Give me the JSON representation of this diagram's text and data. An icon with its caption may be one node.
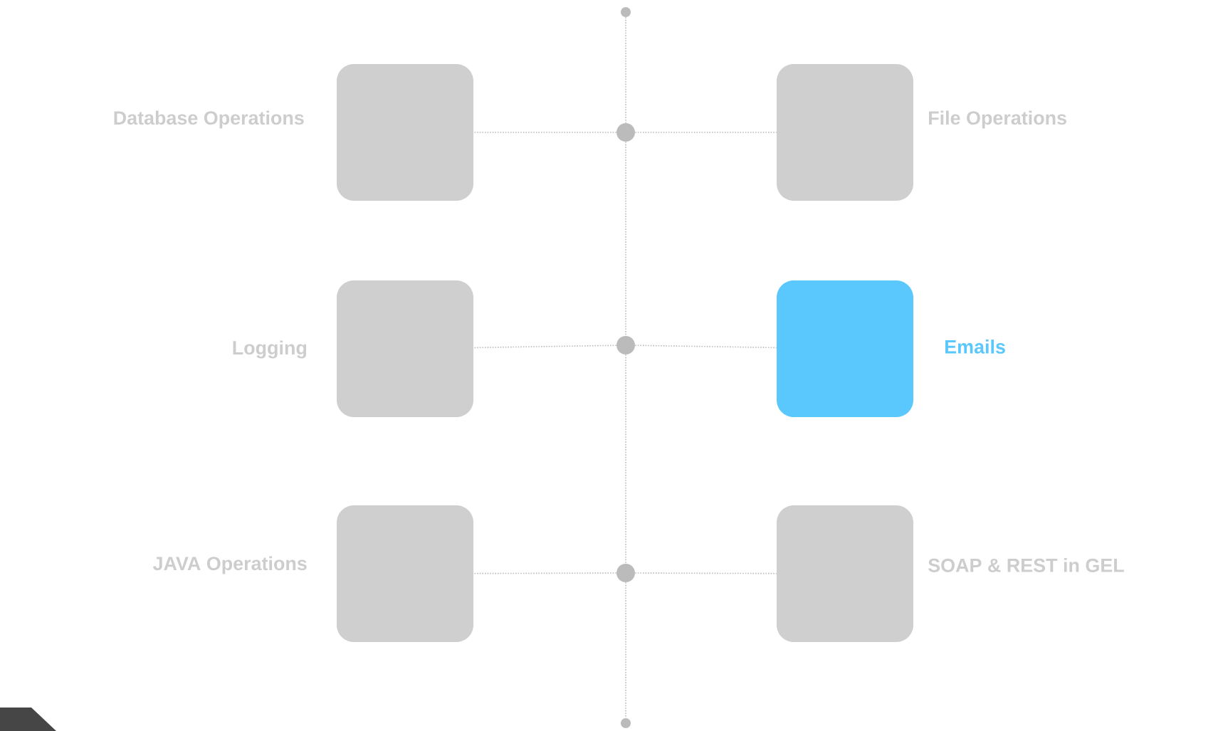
{
  "diagram": {
    "nodes": [
      {
        "text": [
          "Database Operations"
        ]
      },
      {
        "text": [
          "File Operations"
        ]
      },
      {
        "text": [
          "Logging"
        ]
      },
      {
        "text": [
          "Emails"
        ]
      },
      {
        "text": [
          "JAVA Operations"
        ]
      },
      {
        "text": [
          "SOAP & REST in GEL"
        ]
      },
      {
        "text": [],
        "shape": "circle"
      },
      {
        "text": [],
        "shape": "circle"
      },
      {
        "text": [],
        "shape": "circle"
      },
      {
        "text": [],
        "shape": "circle"
      },
      {
        "text": [],
        "shape": "circle"
      }
    ],
    "edges": [
      {
        "from": 6,
        "to": 7,
        "arrow": "none",
        "style": "dashed"
      },
      {
        "from": 7,
        "to": 8,
        "arrow": "none",
        "style": "dashed"
      },
      {
        "from": 8,
        "to": 9,
        "arrow": "none",
        "style": "dashed"
      },
      {
        "from": 9,
        "to": 10,
        "arrow": "none",
        "style": "dashed"
      },
      {
        "from": 7,
        "to": 0,
        "arrow": "none",
        "style": "dashed"
      },
      {
        "from": 7,
        "to": 1,
        "arrow": "none",
        "style": "dashed"
      },
      {
        "from": 8,
        "to": 2,
        "arrow": "none",
        "style": "dashed"
      },
      {
        "from": 8,
        "to": 3,
        "arrow": "none",
        "style": "dashed"
      },
      {
        "from": 9,
        "to": 4,
        "arrow": "none",
        "style": "dashed"
      },
      {
        "from": 9,
        "to": 5,
        "arrow": "none",
        "style": "dashed"
      }
    ]
  }
}
